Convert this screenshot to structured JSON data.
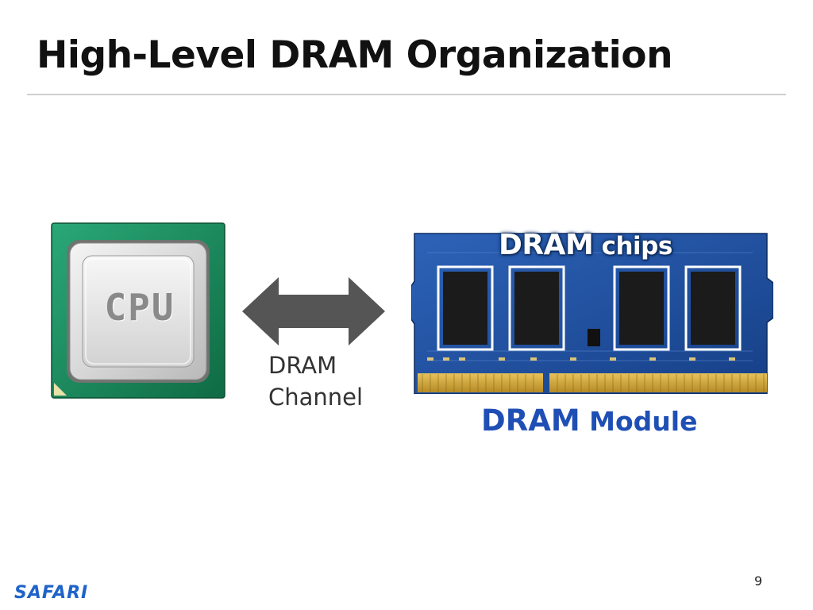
{
  "slide": {
    "title": "High-Level DRAM Organization",
    "page_number": "9"
  },
  "cpu": {
    "label": "CPU",
    "icon": "cpu-chip-icon"
  },
  "channel": {
    "line1": "DRAM",
    "line2": "Channel",
    "icon": "double-arrow-icon"
  },
  "module": {
    "chips_label_word1": "DRAM",
    "chips_label_word2": " chips",
    "module_label_word1": "DRAM",
    "module_label_word2": " Module"
  },
  "footer": {
    "logo_text": "SAFARI"
  },
  "colors": {
    "title": "#111111",
    "module_label": "#1f4fb5",
    "logo": "#1e63c9",
    "pcb_green": "#1f8a5e",
    "pcb_blue": "#1d4f9e",
    "arrow": "#555555"
  }
}
